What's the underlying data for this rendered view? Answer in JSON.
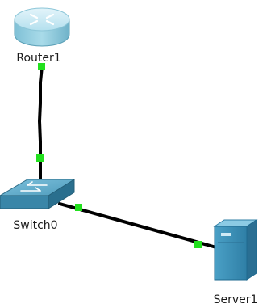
{
  "topology": {
    "devices": [
      {
        "id": "router1",
        "type": "router",
        "label": "Router1"
      },
      {
        "id": "switch0",
        "type": "switch",
        "label": "Switch0"
      },
      {
        "id": "server1",
        "type": "server",
        "label": "Server1"
      }
    ],
    "links": [
      {
        "from": "router1",
        "to": "switch0",
        "status": "up"
      },
      {
        "from": "switch0",
        "to": "server1",
        "status": "up"
      }
    ]
  },
  "colors": {
    "link": "#000000",
    "port_up": "#22e01e",
    "router_body": "#9fd3e3",
    "switch_body": "#3c86a6",
    "server_body": "#3a8ab0"
  }
}
